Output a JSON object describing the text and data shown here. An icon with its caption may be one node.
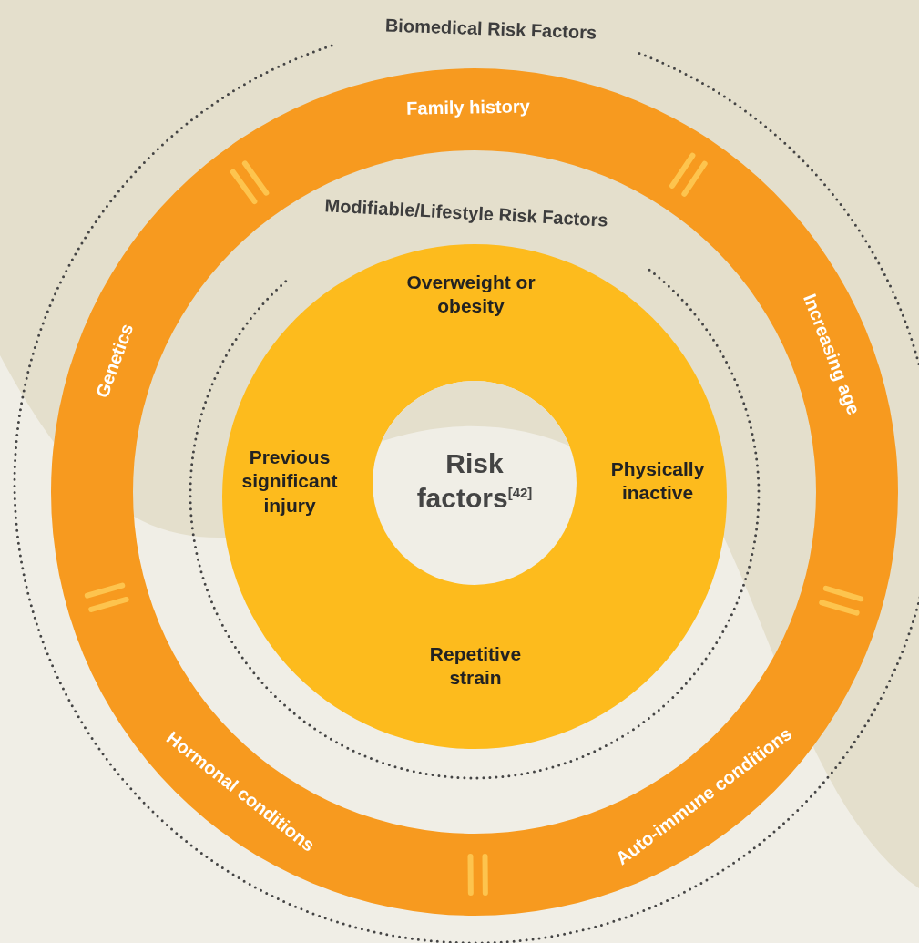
{
  "diagram": {
    "nodes": [
      {
        "text": [
          "Biomedical Risk Factors",
          "Family history",
          "Increasing age",
          "Auto-immune conditions",
          "Hormonal conditions",
          "Genetics"
        ]
      },
      {
        "text": [
          "Modifiable/Lifestyle Risk Factors",
          "Overweight or obesity",
          "Physically inactive",
          "Repetitive strain",
          "Previous significant injury"
        ],
        "in": 0
      },
      {
        "text": [
          "Risk factors$^{[42]}$"
        ],
        "in": 1
      }
    ]
  }
}
